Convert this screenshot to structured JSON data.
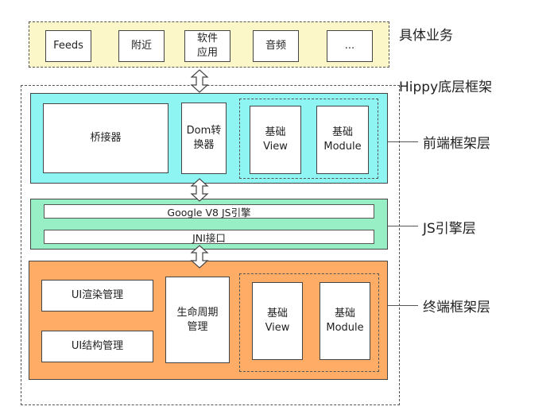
{
  "business": {
    "label": "具体业务",
    "items": [
      "Feeds",
      "附近",
      "软件\n应用",
      "音频",
      "..."
    ]
  },
  "framework": {
    "label": "Hippy底层框架"
  },
  "frontend": {
    "label": "前端框架层",
    "bridge": "桥接器",
    "dom": "Dom转\n换器",
    "view": "基础\nView",
    "module": "基础\nModule"
  },
  "js": {
    "label": "JS引擎层",
    "engine": "Google V8 JS引擎",
    "jni": "JNI接口"
  },
  "native": {
    "label": "终端框架层",
    "render": "UI渲染管理",
    "structure": "UI结构管理",
    "lifecycle": "生命周期\n管理",
    "view": "基础\nView",
    "module": "基础\nModule"
  },
  "colors": {
    "business_bg": "#fbf7c9",
    "frontend_bg": "#8ff5f3",
    "js_bg": "#98efc5",
    "native_bg": "#ffad66",
    "arrow_fill": "#ffffff",
    "border": "#444444"
  },
  "icons": [
    "double-arrow-icon"
  ]
}
